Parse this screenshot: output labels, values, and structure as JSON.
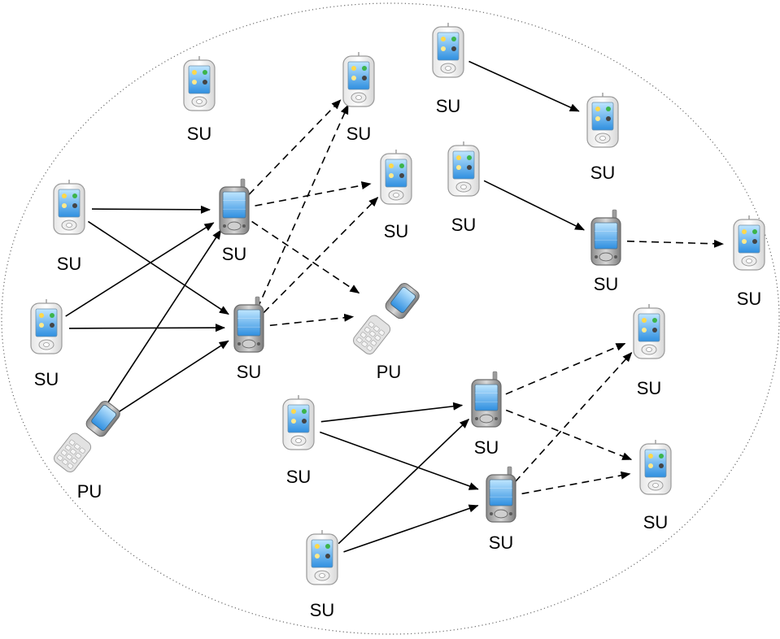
{
  "colors": {
    "screen": "#2f8fe0",
    "screen_light": "#bfe6ff",
    "body": "#f4f4f4",
    "outline": "#9a9a9a",
    "edge": "#000000",
    "boundary": "#6a6a6a"
  },
  "icons": {
    "pda": "pda-phone-icon",
    "smartphone": "smartphone-icon",
    "flip": "flip-phone-icon"
  },
  "nodes": [
    {
      "id": "su_a",
      "label": "SU",
      "icon": "pda"
    },
    {
      "id": "su_b",
      "label": "SU",
      "icon": "pda"
    },
    {
      "id": "su_c",
      "label": "SU",
      "icon": "pda"
    },
    {
      "id": "su_d",
      "label": "SU",
      "icon": "pda"
    },
    {
      "id": "su_e",
      "label": "SU",
      "icon": "pda"
    },
    {
      "id": "su_f",
      "label": "SU",
      "icon": "pda"
    },
    {
      "id": "su_g",
      "label": "SU",
      "icon": "pda"
    },
    {
      "id": "su_h",
      "label": "SU",
      "icon": "smartphone"
    },
    {
      "id": "su_i",
      "label": "SU",
      "icon": "smartphone"
    },
    {
      "id": "pu_a",
      "label": "PU",
      "icon": "flip"
    },
    {
      "id": "su_j",
      "label": "SU",
      "icon": "pda"
    },
    {
      "id": "su_k",
      "label": "SU",
      "icon": "smartphone"
    },
    {
      "id": "su_l",
      "label": "SU",
      "icon": "pda"
    },
    {
      "id": "pu_b",
      "label": "PU",
      "icon": "flip"
    },
    {
      "id": "su_m",
      "label": "SU",
      "icon": "pda"
    },
    {
      "id": "su_n",
      "label": "SU",
      "icon": "smartphone"
    },
    {
      "id": "su_o",
      "label": "SU",
      "icon": "smartphone"
    },
    {
      "id": "su_p",
      "label": "SU",
      "icon": "pda"
    },
    {
      "id": "su_q",
      "label": "SU",
      "icon": "pda"
    },
    {
      "id": "su_r",
      "label": "SU",
      "icon": "pda"
    }
  ],
  "edges": [
    {
      "from": "su_g",
      "to": "su_h",
      "style": "solid"
    },
    {
      "from": "su_g",
      "to": "su_i",
      "style": "solid"
    },
    {
      "from": "su_j",
      "to": "su_h",
      "style": "solid"
    },
    {
      "from": "su_j",
      "to": "su_i",
      "style": "solid"
    },
    {
      "from": "pu_a",
      "to": "su_h",
      "style": "solid"
    },
    {
      "from": "pu_a",
      "to": "su_i",
      "style": "solid"
    },
    {
      "from": "su_h",
      "to": "su_b",
      "style": "dashed"
    },
    {
      "from": "su_h",
      "to": "su_e",
      "style": "dashed"
    },
    {
      "from": "su_h",
      "to": "pu_b",
      "style": "dashed"
    },
    {
      "from": "su_i",
      "to": "su_b",
      "style": "dashed"
    },
    {
      "from": "su_i",
      "to": "su_e",
      "style": "dashed"
    },
    {
      "from": "su_i",
      "to": "pu_b",
      "style": "dashed"
    },
    {
      "from": "su_c",
      "to": "su_d",
      "style": "solid"
    },
    {
      "from": "su_f",
      "to": "su_k",
      "style": "solid"
    },
    {
      "from": "su_k",
      "to": "su_l",
      "style": "dashed"
    },
    {
      "from": "su_m",
      "to": "su_n",
      "style": "solid"
    },
    {
      "from": "su_m",
      "to": "su_o",
      "style": "solid"
    },
    {
      "from": "su_r",
      "to": "su_n",
      "style": "solid"
    },
    {
      "from": "su_r",
      "to": "su_o",
      "style": "solid"
    },
    {
      "from": "su_n",
      "to": "su_p",
      "style": "dashed"
    },
    {
      "from": "su_n",
      "to": "su_q",
      "style": "dashed"
    },
    {
      "from": "su_o",
      "to": "su_p",
      "style": "dashed"
    },
    {
      "from": "su_o",
      "to": "su_q",
      "style": "dashed"
    }
  ]
}
